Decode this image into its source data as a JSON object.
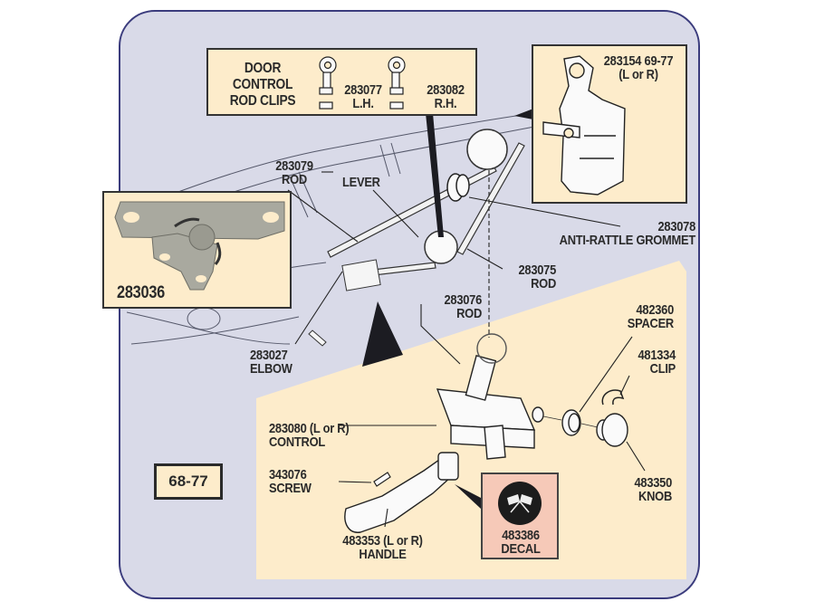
{
  "diagram": {
    "title_badge": "68-77",
    "colors": {
      "frame_border": "#3b3c7d",
      "frame_fill": "#d9dae8",
      "callout_fill": "#fdeccb",
      "decal_fill": "#f6c9b8",
      "text": "#2a2a2a"
    },
    "callouts": {
      "rod_clips": {
        "title_lines": [
          "DOOR",
          "CONTROL",
          "ROD CLIPS"
        ],
        "lh_part": "283077",
        "lh_label": "L.H.",
        "rh_part": "283082",
        "rh_label": "R.H."
      },
      "latch": {
        "part": "283154  69-77",
        "side": "(L or R)"
      },
      "plate": {
        "part": "283036"
      }
    },
    "labels": {
      "rod_283079": {
        "part": "283079",
        "name": "ROD"
      },
      "lever": {
        "name": "LEVER"
      },
      "grommet": {
        "part": "283078",
        "name": "ANTI-RATTLE GROMMET"
      },
      "rod_283075": {
        "part": "283075",
        "name": "ROD"
      },
      "rod_283076": {
        "part": "283076",
        "name": "ROD"
      },
      "elbow": {
        "part": "283027",
        "name": "ELBOW"
      },
      "spacer": {
        "part": "482360",
        "name": "SPACER"
      },
      "clip": {
        "part": "481334",
        "name": "CLIP"
      },
      "control": {
        "part": "283080  (L or R)",
        "name": "CONTROL"
      },
      "screw": {
        "part": "343076",
        "name": "SCREW"
      },
      "knob": {
        "part": "483350",
        "name": "KNOB"
      },
      "handle": {
        "part": "483353  (L or R)",
        "name": "HANDLE"
      },
      "decal": {
        "part": "483386",
        "name": "DECAL"
      }
    }
  }
}
